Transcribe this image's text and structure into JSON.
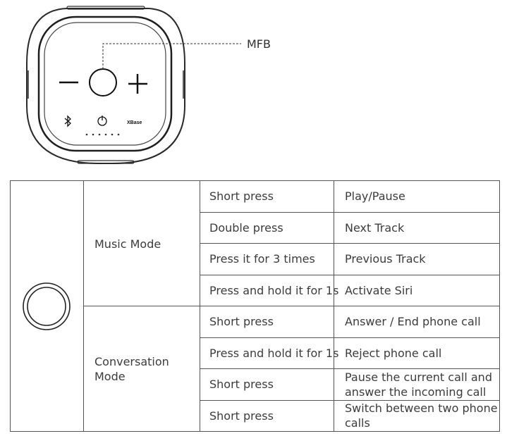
{
  "mfb_label": "MFB",
  "device": {
    "minus_symbol": "minus-icon",
    "plus_symbol": "plus-icon",
    "bluetooth_symbol": "bluetooth-icon",
    "power_symbol": "power-icon",
    "brand_text": "XBase"
  },
  "modes": [
    {
      "name": "Music Mode",
      "rows": [
        {
          "action": "Short press",
          "result": "Play/Pause"
        },
        {
          "action": "Double press",
          "result": "Next Track"
        },
        {
          "action": "Press it for 3 times",
          "result": "Previous Track"
        },
        {
          "action": "Press and hold it for 1s",
          "result": "Activate Siri"
        }
      ]
    },
    {
      "name": "Conversation Mode",
      "name_lines": [
        "Conversation",
        "Mode"
      ],
      "rows": [
        {
          "action": "Short press",
          "result": "Answer / End phone call"
        },
        {
          "action": "Press and hold it for 1s",
          "result": "Reject phone call"
        },
        {
          "action": "Short press",
          "result_lines": [
            "Pause the current call and",
            "answer the incoming call"
          ]
        },
        {
          "action": "Short press",
          "result_lines": [
            "Switch between two phone",
            "calls"
          ]
        }
      ]
    }
  ]
}
